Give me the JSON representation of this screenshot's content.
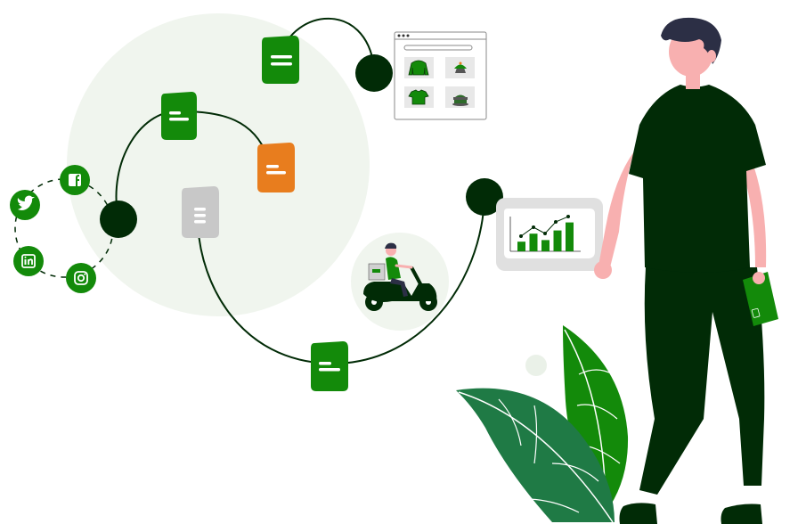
{
  "palette": {
    "primary_green": "#138a0a",
    "dark_green": "#012b06",
    "leaf_green": "#1f7a45",
    "accent_orange": "#e87d1e",
    "neutral_gray": "#c8c8c8",
    "background_circle": "#f0f5ee",
    "skin": "#f8b0b0",
    "hair": "#2c2f45"
  },
  "social_icons": [
    {
      "name": "facebook-icon",
      "glyph": "f"
    },
    {
      "name": "twitter-icon",
      "glyph": "bird"
    },
    {
      "name": "linkedin-icon",
      "glyph": "in"
    },
    {
      "name": "instagram-icon",
      "glyph": "camera"
    }
  ],
  "document_icons": [
    {
      "name": "document-icon-top",
      "color": "primary_green"
    },
    {
      "name": "document-icon-left",
      "color": "primary_green"
    },
    {
      "name": "document-icon-orange",
      "color": "accent_orange"
    },
    {
      "name": "document-icon-gray",
      "color": "neutral_gray"
    },
    {
      "name": "document-icon-bottom",
      "color": "primary_green"
    }
  ],
  "shop_window": {
    "items": [
      "hoodie-icon",
      "cupcake-icon",
      "shirt-icon",
      "cake-icon"
    ]
  },
  "analytics_card": {
    "bars": [
      0.3,
      0.55,
      0.35,
      0.65,
      0.9
    ]
  }
}
